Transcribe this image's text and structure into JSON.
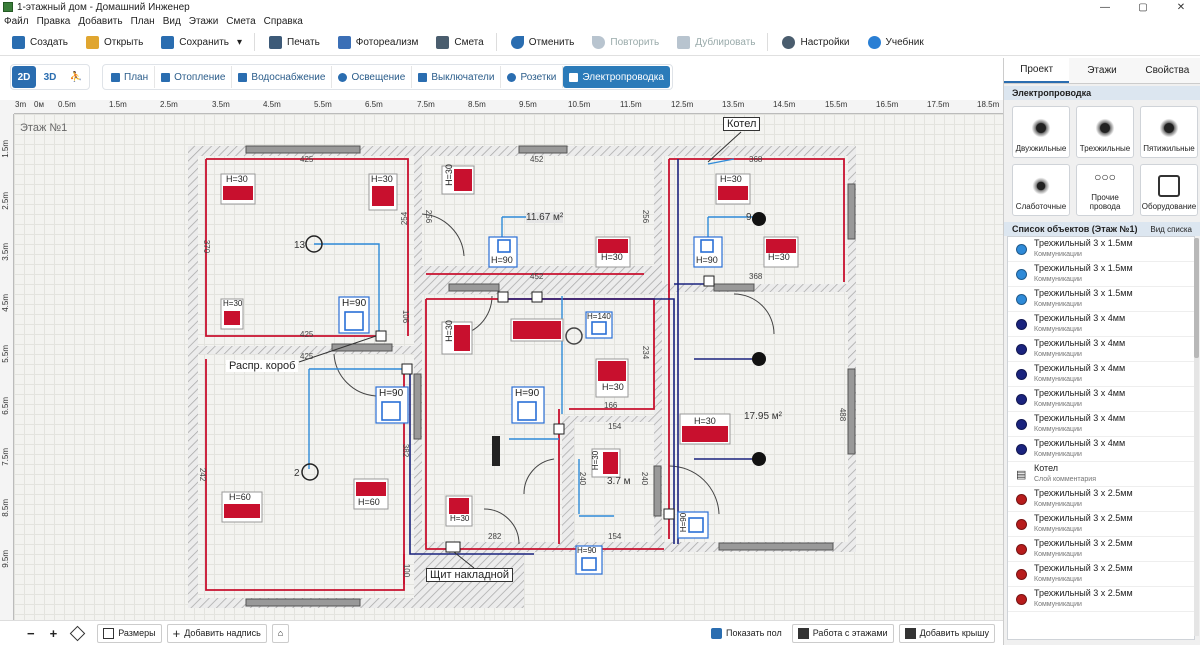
{
  "window": {
    "title": "1-этажный дом - Домашний Инженер",
    "min": "—",
    "max": "▢",
    "close": "✕"
  },
  "menu": [
    "Файл",
    "Правка",
    "Добавить",
    "План",
    "Вид",
    "Этажи",
    "Смета",
    "Справка"
  ],
  "toolbar": {
    "create": "Создать",
    "open": "Открыть",
    "save": "Сохранить",
    "save_arrow": "▾",
    "print": "Печать",
    "photo": "Фотореализм",
    "estimate": "Смета",
    "undo": "Отменить",
    "redo": "Повторить",
    "duplicate": "Дублировать",
    "settings": "Настройки",
    "tutorial": "Учебник"
  },
  "view_modes": [
    "2D",
    "3D",
    "⛹"
  ],
  "mode_tabs": [
    "План",
    "Отопление",
    "Водоснабжение",
    "Освещение",
    "Выключатели",
    "Розетки",
    "Электропроводка"
  ],
  "ruler_h": [
    "3m",
    "0м",
    "0.5m",
    "1.5m",
    "2.5m",
    "3.5m",
    "4.5m",
    "5.5m",
    "6.5m",
    "7.5m",
    "8.5m",
    "9.5m",
    "10.5m",
    "11.5m",
    "12.5m",
    "13.5m",
    "14.5m",
    "15.5m",
    "16.5m",
    "17.5m",
    "18.5m"
  ],
  "ruler_v": [
    "1.5m",
    "2.5m",
    "3.5m",
    "4.5m",
    "5.5m",
    "6.5m",
    "7.5m",
    "8.5m",
    "9.5m"
  ],
  "floor_label": "Этаж №1",
  "plan": {
    "callout_boiler": "Котел",
    "callout_junction": "Распр. короб",
    "callout_panel": "Щит накладной",
    "area_1": "11.67 м²",
    "area_2": "17.95 м²",
    "area_3": "3.7 м",
    "area_4": "2",
    "area_5": "13",
    "area_6": "9",
    "dims": [
      "425",
      "452",
      "368",
      "425",
      "452",
      "368",
      "425",
      "370",
      "254",
      "256",
      "256",
      "106",
      "234",
      "382",
      "242",
      "240",
      "240",
      "100",
      "154",
      "154",
      "166",
      "488",
      "282"
    ],
    "sockets": [
      "H=30",
      "H=30",
      "H=30",
      "H=30",
      "H=30",
      "H=30",
      "H=30",
      "H=30",
      "H=30",
      "H=30",
      "H=60",
      "H=60",
      "H=30",
      "H=30"
    ],
    "switches": [
      "H=90",
      "H=90",
      "H=90",
      "H=90",
      "H=90",
      "H=140",
      "H=90",
      "H=90"
    ]
  },
  "bottom": {
    "zoom_out": "−",
    "zoom_in": "+",
    "sizes": "Размеры",
    "add_label": "Добавить надпись",
    "show_floor": "Показать пол",
    "floors": "Работа с этажами",
    "add_roof": "Добавить крышу"
  },
  "side": {
    "tabs": [
      "Проект",
      "Этажи",
      "Свойства"
    ],
    "section": "Электропроводка",
    "tools": [
      "Двухжильные",
      "Трехжильные",
      "Пятижильные",
      "Слаботочные",
      "Прочие провода",
      "Оборудование"
    ],
    "list_title": "Список объектов (Этаж №1)",
    "list_view": "Вид списка",
    "items": [
      {
        "name": "Трехжильный 3 x 1.5мм",
        "sub": "Коммуникации",
        "color": "#2e8ad8"
      },
      {
        "name": "Трехжильный 3 x 1.5мм",
        "sub": "Коммуникации",
        "color": "#2e8ad8"
      },
      {
        "name": "Трехжильный 3 x 1.5мм",
        "sub": "Коммуникации",
        "color": "#2e8ad8"
      },
      {
        "name": "Трехжильный 3 x 4мм",
        "sub": "Коммуникации",
        "color": "#1a237e"
      },
      {
        "name": "Трехжильный 3 x 4мм",
        "sub": "Коммуникации",
        "color": "#1a237e"
      },
      {
        "name": "Трехжильный 3 x 4мм",
        "sub": "Коммуникации",
        "color": "#1a237e"
      },
      {
        "name": "Трехжильный 3 x 4мм",
        "sub": "Коммуникации",
        "color": "#1a237e"
      },
      {
        "name": "Трехжильный 3 x 4мм",
        "sub": "Коммуникации",
        "color": "#1a237e"
      },
      {
        "name": "Трехжильный 3 x 4мм",
        "sub": "Коммуникации",
        "color": "#1a237e"
      },
      {
        "name": "Котел",
        "sub": "Слой комментария",
        "color": "comment"
      },
      {
        "name": "Трехжильный 3 x 2.5мм",
        "sub": "Коммуникации",
        "color": "#b71c1c"
      },
      {
        "name": "Трехжильный 3 x 2.5мм",
        "sub": "Коммуникации",
        "color": "#b71c1c"
      },
      {
        "name": "Трехжильный 3 x 2.5мм",
        "sub": "Коммуникации",
        "color": "#b71c1c"
      },
      {
        "name": "Трехжильный 3 x 2.5мм",
        "sub": "Коммуникации",
        "color": "#b71c1c"
      },
      {
        "name": "Трехжильный 3 x 2.5мм",
        "sub": "Коммуникации",
        "color": "#b71c1c"
      }
    ]
  },
  "colors": {
    "red": "#c8102e",
    "blue": "#2a6fd6",
    "dark": "#1a237e",
    "wire_red": "#b71c1c",
    "wire_blue": "#2e8ad8",
    "accent": "#2a6db0"
  }
}
